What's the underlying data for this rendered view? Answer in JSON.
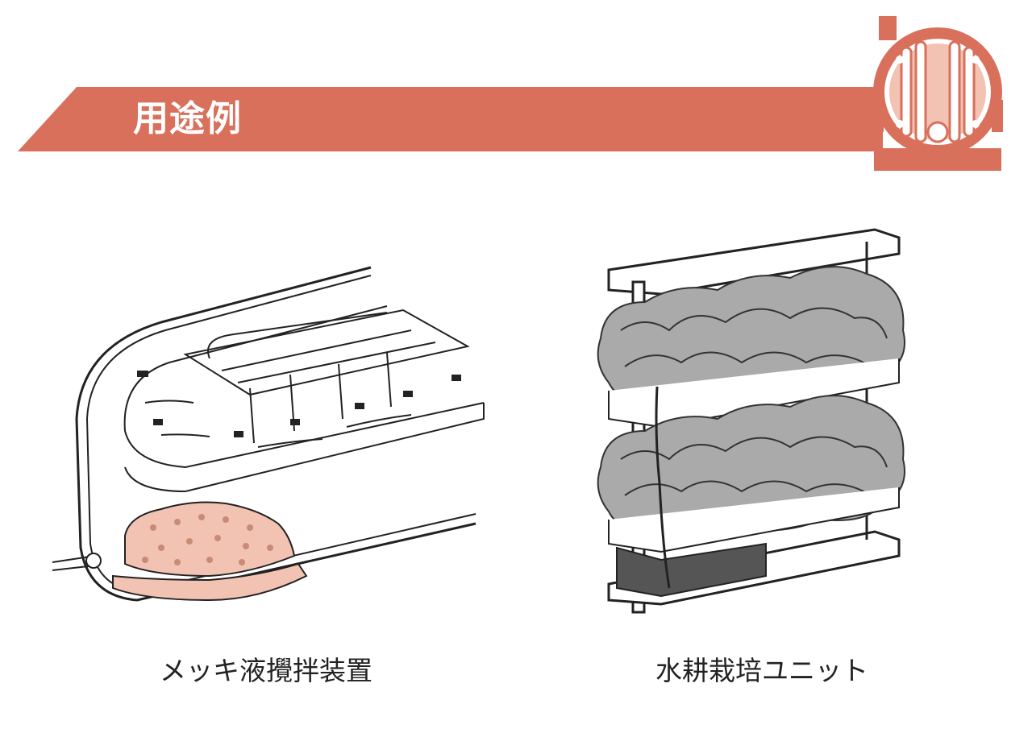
{
  "banner": {
    "title": "用途例",
    "color": "#d9705c"
  },
  "figures": [
    {
      "caption": "メッキ液攪拌装置",
      "icon": "plating-tank-illustration"
    },
    {
      "caption": "水耕栽培ユニット",
      "icon": "hydroponic-unit-illustration"
    }
  ],
  "header_icon": "pump-icon",
  "accent_fill": "#f2c2b2"
}
